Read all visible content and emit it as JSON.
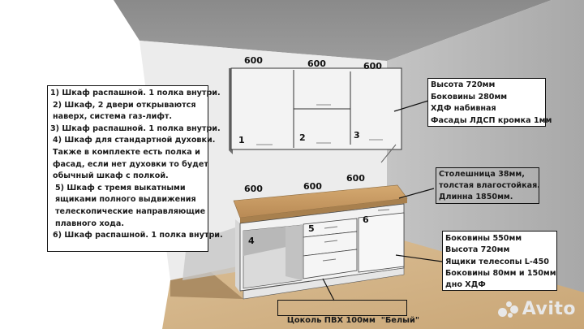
{
  "left_notes": [
    "1) Шкаф распашной. 1 полка внутри.",
    "2) Шкаф, 2 двери открываются",
    "наверх, система газ-лифт.",
    "3) Шкаф распашной. 1 полка внутри.",
    "4) Шкаф для стандартной духовки.",
    "Также в комплекте есть полка и",
    "фасад, если нет духовки то будет",
    "обычный шкаф с полкой.",
    "5) Шкаф с тремя выкатными",
    "ящиками полного выдвижения",
    "телескопические направляющие",
    "плавного хода.",
    "6) Шкаф распашной. 1 полка внутри."
  ],
  "upper_spec": [
    "Высота 720мм",
    "Боковины 280мм",
    "ХДФ набивная",
    "Фасады ЛДСП кромка 1мм"
  ],
  "countertop_spec": [
    "Столешница 38мм,",
    "толстая влагостойкая.",
    "Длинна 1850мм."
  ],
  "lower_spec": [
    "Боковины 550мм",
    "Высота 720мм",
    "Ящики телесопы L-450",
    "Боковины 80мм и 150мм",
    "дно ХДФ"
  ],
  "plinth_label": "Цоколь ПВХ 100мм  \"Белый\"",
  "upper_dimensions": [
    "600",
    "600",
    "600"
  ],
  "lower_dimensions": [
    "600",
    "600",
    "600"
  ],
  "module_numbers": [
    "1",
    "2",
    "3",
    "4",
    "5",
    "6"
  ],
  "watermark": "Avito",
  "colors": {
    "ceiling": "#8f8f8f",
    "back_wall": "#ebebeb",
    "right_wall": "#b4b4b4",
    "floor": "#d2b387",
    "countertop": "#c89a62",
    "cabinet": "#f2f2f2"
  }
}
